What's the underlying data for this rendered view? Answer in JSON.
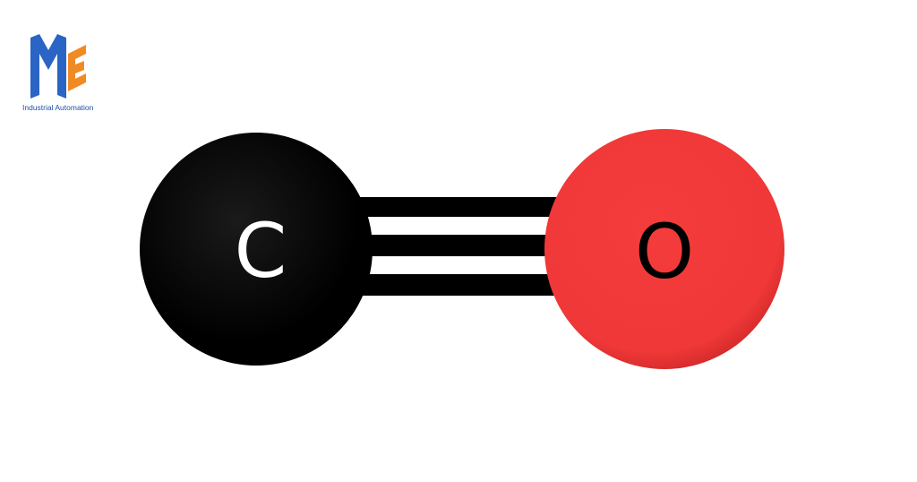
{
  "logo": {
    "caption": "Industrial Automation",
    "primary_color": "#2a64c4",
    "accent_color": "#f08a24"
  },
  "molecule": {
    "atoms": [
      {
        "symbol": "C",
        "color": "#000000",
        "label_color": "#ffffff"
      },
      {
        "symbol": "O",
        "color": "#f23a3a",
        "label_color": "#000000"
      }
    ],
    "bond": {
      "type": "triple",
      "color": "#000000"
    }
  }
}
